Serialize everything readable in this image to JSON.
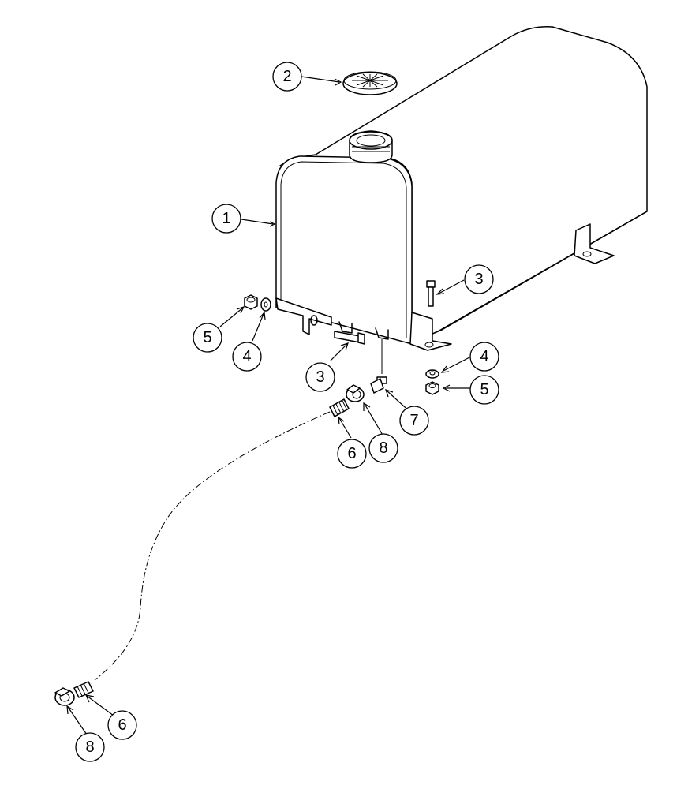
{
  "callouts": [
    {
      "id": "c1",
      "label": "1",
      "part": "tank"
    },
    {
      "id": "c2",
      "label": "2",
      "part": "cap"
    },
    {
      "id": "c3a",
      "label": "3",
      "part": "bolt-right"
    },
    {
      "id": "c3b",
      "label": "3",
      "part": "bolt-left"
    },
    {
      "id": "c4a",
      "label": "4",
      "part": "washer-left"
    },
    {
      "id": "c4b",
      "label": "4",
      "part": "washer-right"
    },
    {
      "id": "c5a",
      "label": "5",
      "part": "nut-left"
    },
    {
      "id": "c5b",
      "label": "5",
      "part": "nut-right"
    },
    {
      "id": "c6a",
      "label": "6",
      "part": "fitting-upper"
    },
    {
      "id": "c6b",
      "label": "6",
      "part": "fitting-lower"
    },
    {
      "id": "c7",
      "label": "7",
      "part": "elbow-fitting"
    },
    {
      "id": "c8a",
      "label": "8",
      "part": "clamp-upper"
    },
    {
      "id": "c8b",
      "label": "8",
      "part": "clamp-lower"
    }
  ]
}
